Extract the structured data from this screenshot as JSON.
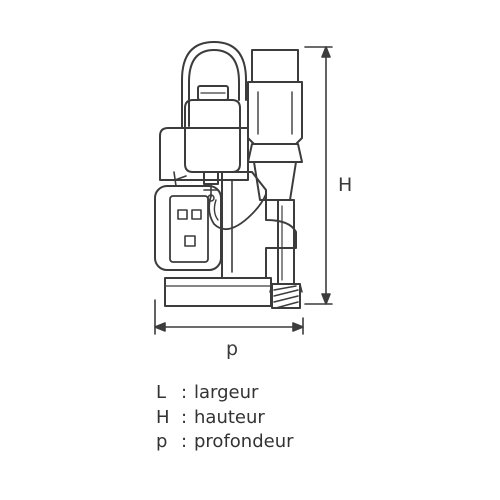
{
  "dimensions": {
    "height_symbol": "H",
    "depth_symbol": "p"
  },
  "legend": [
    {
      "key": "L",
      "separator": ":",
      "text": "largeur"
    },
    {
      "key": "H",
      "separator": ":",
      "text": "hauteur"
    },
    {
      "key": "p",
      "separator": ":",
      "text": "profondeur"
    }
  ],
  "colors": {
    "line": "#3c3c3c",
    "text": "#333333"
  },
  "icon": "magnetic-drill-press-icon"
}
